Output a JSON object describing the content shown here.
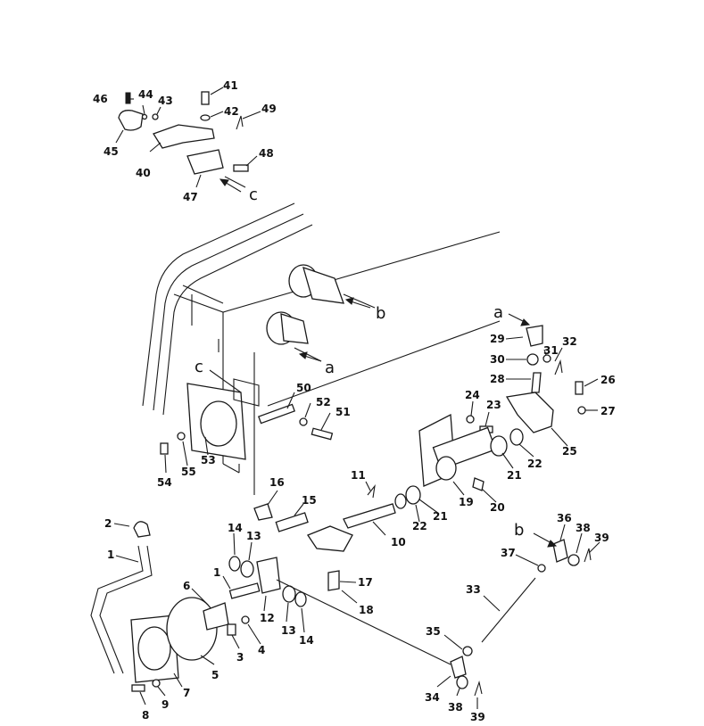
{
  "diagram": {
    "ink_color": "#1a1a1a",
    "background": "#ffffff",
    "callouts": {
      "n1": "1",
      "n1b": "1",
      "n2": "2",
      "n3": "3",
      "n4": "4",
      "n5": "5",
      "n6": "6",
      "n7": "7",
      "n8": "8",
      "n9": "9",
      "n10": "10",
      "n11": "11",
      "n12": "12",
      "n13a": "13",
      "n13b": "13",
      "n14a": "14",
      "n14b": "14",
      "n15": "15",
      "n16": "16",
      "n17": "17",
      "n18": "18",
      "n19": "19",
      "n20": "20",
      "n21a": "21",
      "n21b": "21",
      "n22a": "22",
      "n22b": "22",
      "n23": "23",
      "n24": "24",
      "n25": "25",
      "n26": "26",
      "n27": "27",
      "n28": "28",
      "n29": "29",
      "n30": "30",
      "n31": "31",
      "n32": "32",
      "n33": "33",
      "n34": "34",
      "n35": "35",
      "n36": "36",
      "n37": "37",
      "n38a": "38",
      "n38b": "38",
      "n39a": "39",
      "n39b": "39",
      "n40": "40",
      "n41": "41",
      "n42": "42",
      "n43": "43",
      "n44": "44",
      "n45": "45",
      "n46": "46",
      "n47": "47",
      "n48": "48",
      "n49": "49",
      "n50": "50",
      "n51": "51",
      "n52": "52",
      "n53": "53",
      "n54": "54",
      "n55": "55"
    },
    "view_letters": {
      "a_top": "a",
      "a_mid": "a",
      "b_top": "b",
      "b_low": "b",
      "c_top": "c",
      "c_mid": "c"
    }
  }
}
